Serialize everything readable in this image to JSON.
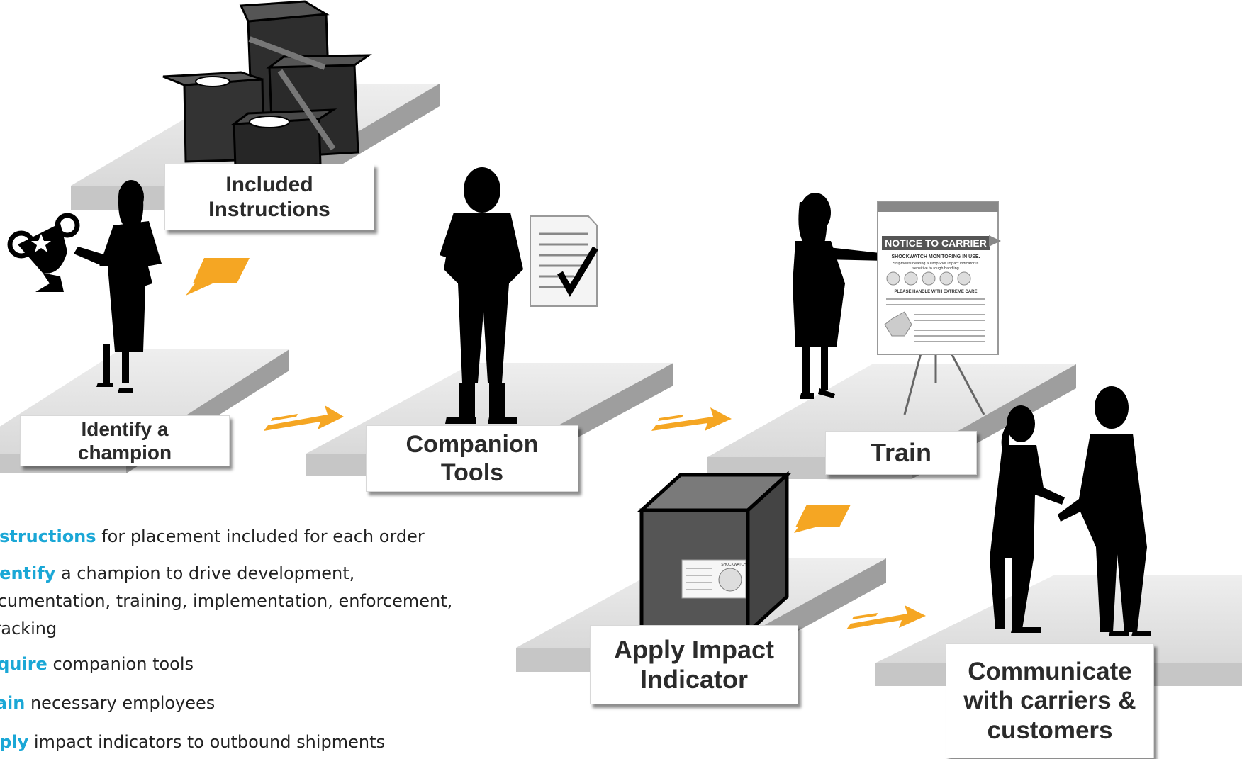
{
  "steps": {
    "instructions": {
      "label": "Included\nInstructions"
    },
    "champion": {
      "label": "Identify a\nchampion"
    },
    "tools": {
      "label": "Companion\nTools"
    },
    "train": {
      "label": "Train"
    },
    "apply": {
      "label": "Apply Impact\nIndicator"
    },
    "communicate": {
      "label": "Communicate\nwith carriers &\ncustomers"
    }
  },
  "poster": {
    "title": "NOTICE TO CARRIER",
    "subtitle": "SHOCKWATCH MONITORING IN USE.",
    "line1": "Shipments bearing a DropSpot impact indicator is",
    "line2": "sensitive to rough handling",
    "warning": "PLEASE HANDLE WITH EXTREME CARE",
    "box_label": "SHOCKWATCH"
  },
  "list": [
    {
      "keyword": "nstructions",
      "rest": " for placement included for each order"
    },
    {
      "keyword": "dentify",
      "rest": " a champion to drive development,\nocumentation, training, implementation, enforcement,\n tracking"
    },
    {
      "keyword": "cquire",
      "rest": " companion tools"
    },
    {
      "keyword": "rain",
      "rest": " necessary employees"
    },
    {
      "keyword": "pply",
      "rest": " impact indicators to outbound shipments"
    }
  ],
  "colors": {
    "accent": "#1aa7d6",
    "arrow": "#f5a623",
    "platform_top": "#e6e6e6",
    "platform_side": "#a9a9a9",
    "silhouette": "#000000"
  }
}
